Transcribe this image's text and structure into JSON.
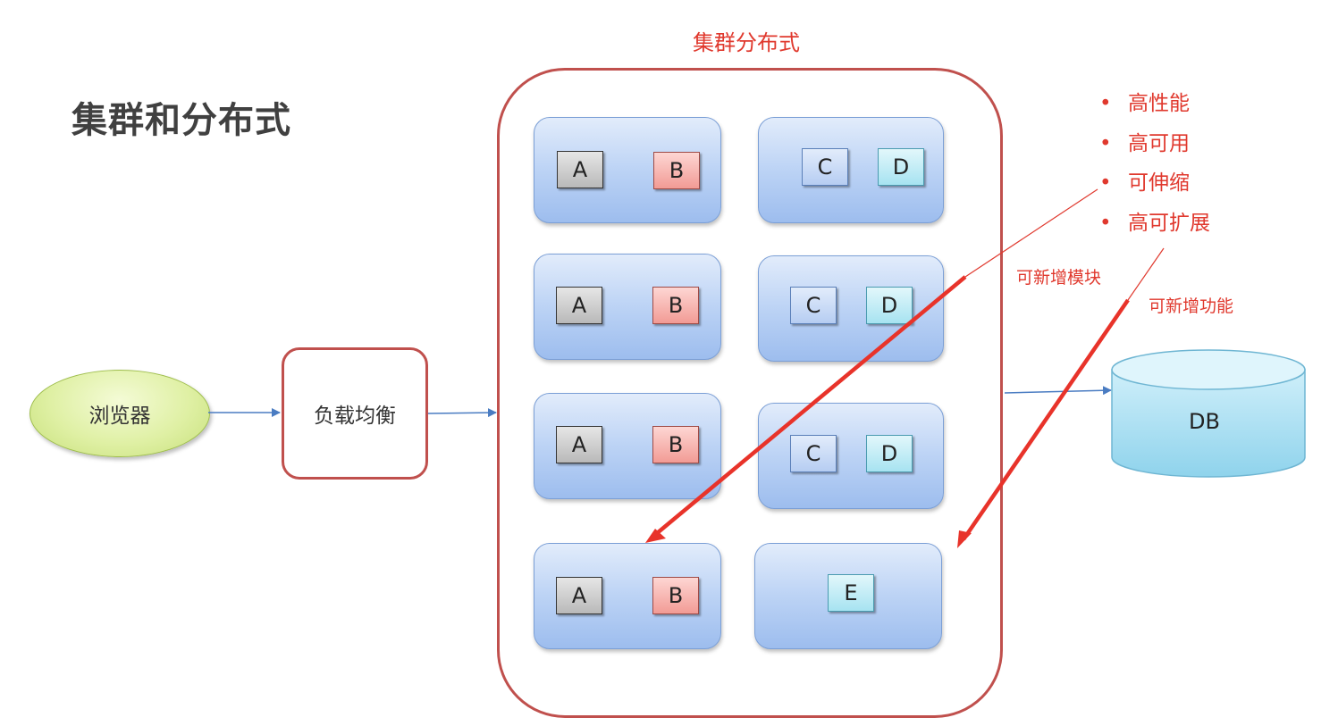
{
  "title": "集群和分布式",
  "cluster_label": "集群分布式",
  "browser_label": "浏览器",
  "load_balancer_label": "负载均衡",
  "db_label": "DB",
  "nodes": [
    {
      "modules": [
        "A",
        "B"
      ]
    },
    {
      "modules": [
        "C",
        "D"
      ]
    },
    {
      "modules": [
        "A",
        "B"
      ]
    },
    {
      "modules": [
        "C",
        "D"
      ]
    },
    {
      "modules": [
        "A",
        "B"
      ]
    },
    {
      "modules": [
        "C",
        "D"
      ]
    },
    {
      "modules": [
        "A",
        "B"
      ]
    },
    {
      "modules": [
        "E"
      ]
    }
  ],
  "features": [
    "高性能",
    "高可用",
    "可伸缩",
    "高可扩展"
  ],
  "bullet": "•",
  "annotations": {
    "add_module": "可新增模块",
    "add_function": "可新增功能"
  },
  "colors": {
    "accent_red": "#e0392e",
    "border_red": "#c0504d",
    "connector_blue": "#4a7cc2"
  }
}
